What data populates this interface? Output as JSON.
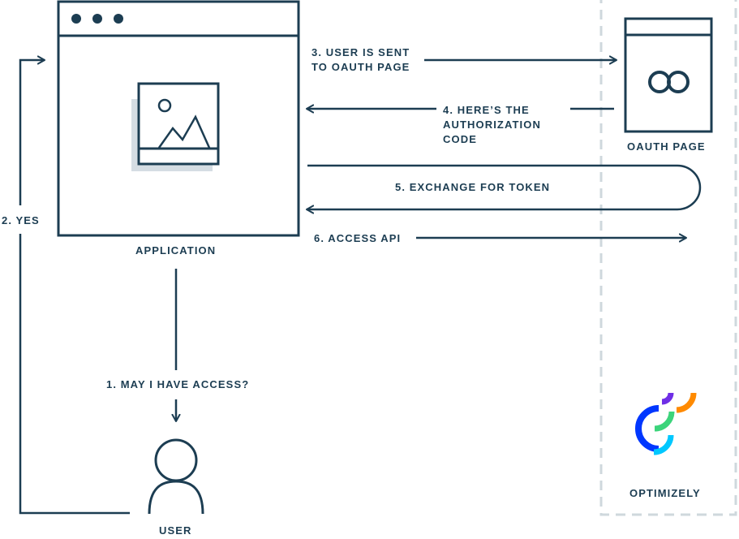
{
  "colors": {
    "ink": "#1c3d52",
    "shadow": "#d5dde3",
    "dashed_border": "#cfd8dd",
    "logo_purple": "#6f2ee6",
    "logo_orange": "#ff8a00",
    "logo_green": "#3cd47b",
    "logo_blue": "#0037ff",
    "logo_cyan": "#00c8ff"
  },
  "icons": {
    "application": "browser-window-icon",
    "image": "image-placeholder-icon",
    "oauth": "oauth-rings-icon",
    "user": "user-icon",
    "brand": "optimizely-logo"
  },
  "nodes": {
    "application": "APPLICATION",
    "oauth_page": "OAUTH PAGE",
    "user": "USER",
    "optimizely": "OPTIMIZELY"
  },
  "steps": {
    "step1": "1. MAY I HAVE ACCESS?",
    "step2": "2. YES",
    "step3": "3. USER IS SENT\nTO OAUTH PAGE",
    "step4": "4. HERE’S THE\nAUTHORIZATION\nCODE",
    "step5": "5. EXCHANGE FOR TOKEN",
    "step6": "6. ACCESS API"
  }
}
